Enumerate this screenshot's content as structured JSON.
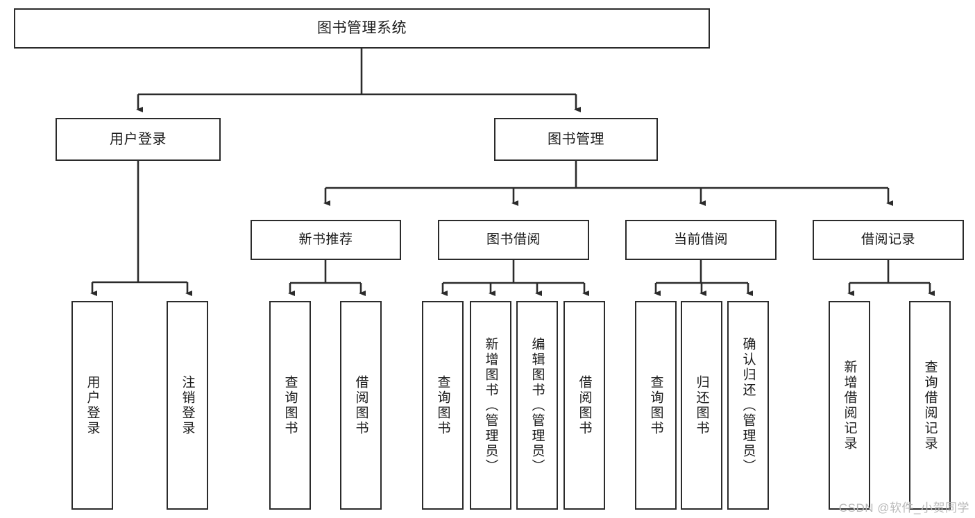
{
  "diagram": {
    "title": "图书管理系统",
    "type": "tree-structure-chart",
    "colors": {
      "box_border": "#2b2b2b",
      "box_fill": "#ffffff",
      "edge": "#2b2b2b",
      "background": "#ffffff",
      "watermark": "#b9b9b9"
    },
    "root": {
      "label": "图书管理系统"
    },
    "level2": [
      {
        "label": "用户登录"
      },
      {
        "label": "图书管理"
      }
    ],
    "level3": [
      {
        "label": "新书推荐"
      },
      {
        "label": "图书借阅"
      },
      {
        "label": "当前借阅"
      },
      {
        "label": "借阅记录"
      }
    ],
    "leaves": {
      "user_login": [
        {
          "label": "用户登录"
        },
        {
          "label": "注销登录"
        }
      ],
      "new_book_recommend": [
        {
          "label": "查询图书"
        },
        {
          "label": "借阅图书"
        }
      ],
      "book_borrow": [
        {
          "label": "查询图书"
        },
        {
          "label": "新增图书（管理员）"
        },
        {
          "label": "编辑图书（管理员）"
        },
        {
          "label": "借阅图书"
        }
      ],
      "current_borrow": [
        {
          "label": "查询图书"
        },
        {
          "label": "归还图书"
        },
        {
          "label": "确认归还（管理员）"
        }
      ],
      "borrow_record": [
        {
          "label": "新增借阅记录"
        },
        {
          "label": "查询借阅记录"
        }
      ]
    }
  },
  "watermark": {
    "text": "CSDN @软件_小贺同学"
  }
}
